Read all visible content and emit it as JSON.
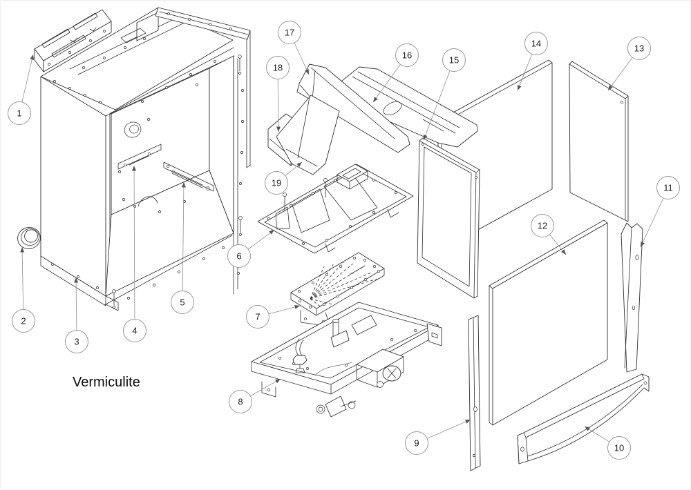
{
  "diagram": {
    "kind": "exploded-parts-diagram",
    "background": "#ffffff",
    "line_color": "#2e2e2e",
    "leader_color": "#8f8f8f",
    "material_label": "Vermiculite"
  },
  "callouts": [
    {
      "number": "1"
    },
    {
      "number": "2"
    },
    {
      "number": "3"
    },
    {
      "number": "4"
    },
    {
      "number": "5"
    },
    {
      "number": "6"
    },
    {
      "number": "7"
    },
    {
      "number": "8"
    },
    {
      "number": "9"
    },
    {
      "number": "10"
    },
    {
      "number": "11"
    },
    {
      "number": "12"
    },
    {
      "number": "13"
    },
    {
      "number": "14"
    },
    {
      "number": "15"
    },
    {
      "number": "16"
    },
    {
      "number": "17"
    },
    {
      "number": "18"
    },
    {
      "number": "19"
    }
  ]
}
